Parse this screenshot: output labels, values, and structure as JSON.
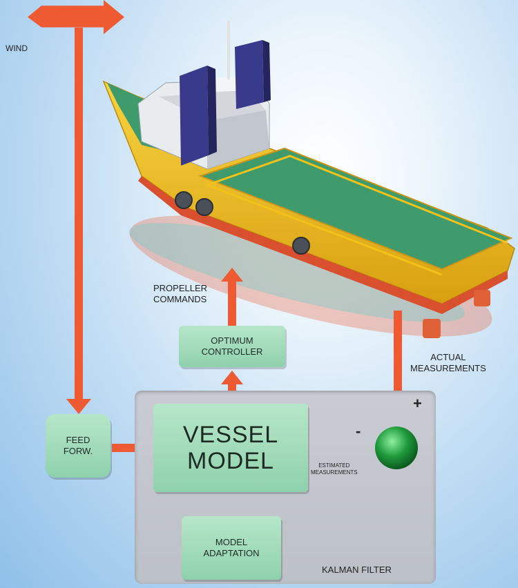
{
  "labels": {
    "wind": "WIND",
    "propeller_commands": [
      "PROPELLER",
      "COMMANDS"
    ],
    "actual_measurements": [
      "ACTUAL",
      "MEASUREMENTS"
    ],
    "estimated_measurements": [
      "ESTIMATED",
      "MEASUREMENTS"
    ],
    "kalman_filter": "KALMAN FILTER",
    "plus": "+",
    "minus": "-"
  },
  "boxes": {
    "optimum_controller": [
      "OPTIMUM",
      "CONTROLLER"
    ],
    "feed_forward": [
      "FEED",
      "FORW."
    ],
    "vessel_model": [
      "VESSEL",
      "MODEL"
    ],
    "model_adaptation": [
      "MODEL",
      "ADAPTATION"
    ]
  },
  "colors": {
    "arrow": "#ee5a32",
    "box": "#9ed9b9",
    "panel": "#c4c7cd",
    "hull": "#f3c21a",
    "deck": "#3f9b6b",
    "funnel": "#3a3a8c",
    "sum_node": "#1f8f3a"
  }
}
